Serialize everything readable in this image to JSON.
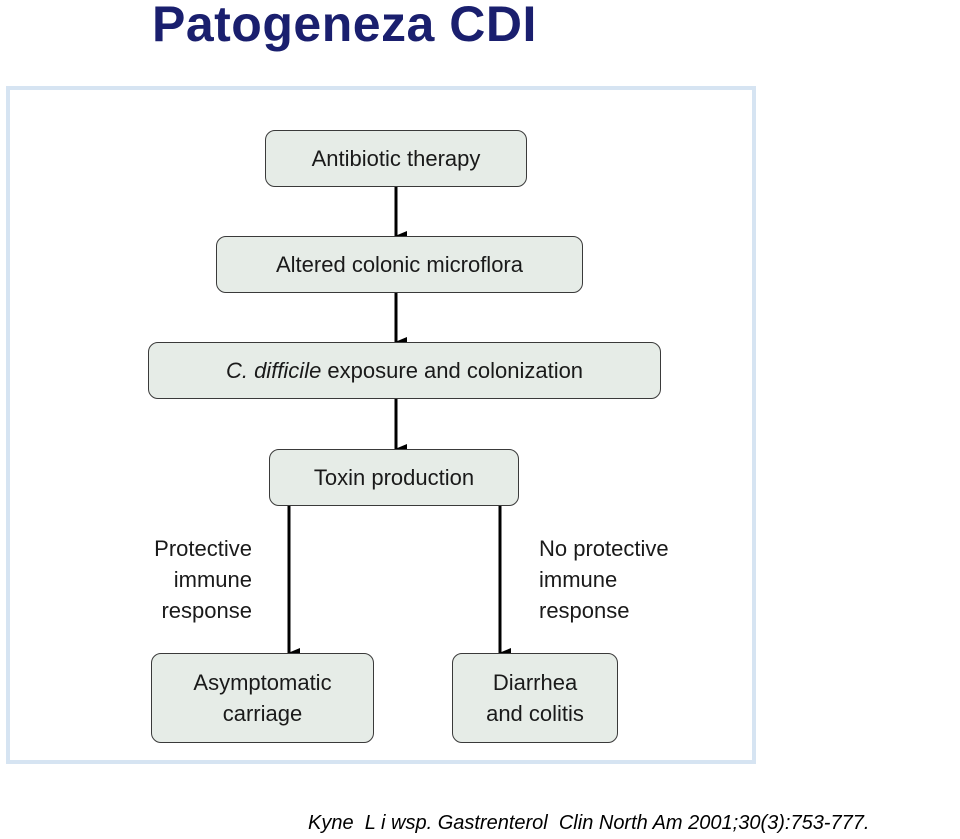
{
  "title": "Patogeneza CDI",
  "diagram": {
    "nodes": {
      "antibiotic": "Antibiotic therapy",
      "microflora": "Altered colonic microflora",
      "colonization": {
        "italic": "C. difficile",
        "rest": " exposure and colonization"
      },
      "toxin": "Toxin production",
      "carriage": [
        "Asymptomatic",
        "carriage"
      ],
      "diarrhea": [
        "Diarrhea",
        "and colitis"
      ]
    },
    "edge_labels": {
      "protective": [
        "Protective",
        "immune",
        "response"
      ],
      "no_protective": [
        "No protective",
        "immune",
        "response"
      ]
    }
  },
  "citation": "Kyne  L i wsp. Gastrenterol  Clin North Am 2001;30(3):753-777."
}
